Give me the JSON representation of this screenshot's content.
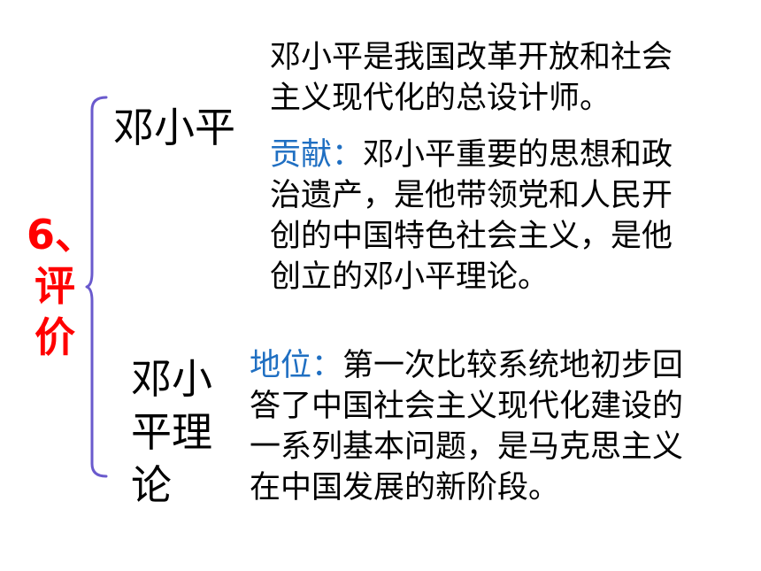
{
  "section": {
    "number": "6、",
    "title_chars": [
      "评",
      "价"
    ]
  },
  "topics": {
    "person": "邓小平",
    "theory_lines": [
      "邓小",
      "平理",
      "论"
    ]
  },
  "intro": {
    "lines": [
      "邓小平是我国改革开放和社会",
      "主义现代化的总设计师。"
    ]
  },
  "contribution": {
    "lead": "贡献：",
    "lines": [
      "邓小平重要的思想和政",
      "治遗产，是他带领党和人民开",
      "创的中国特色社会主义，是他",
      "创立的邓小平理论。"
    ]
  },
  "status": {
    "lead": "地位：",
    "lines": [
      "第一次比较系统地初步回",
      "答了中国社会主义现代化建设的",
      "一系列基本问题，是马克思主义",
      "在中国发展的新阶段。"
    ]
  },
  "colors": {
    "section": "#ff0000",
    "lead": "#1f6fc2",
    "brace": "#6a5acd",
    "text": "#000000"
  }
}
